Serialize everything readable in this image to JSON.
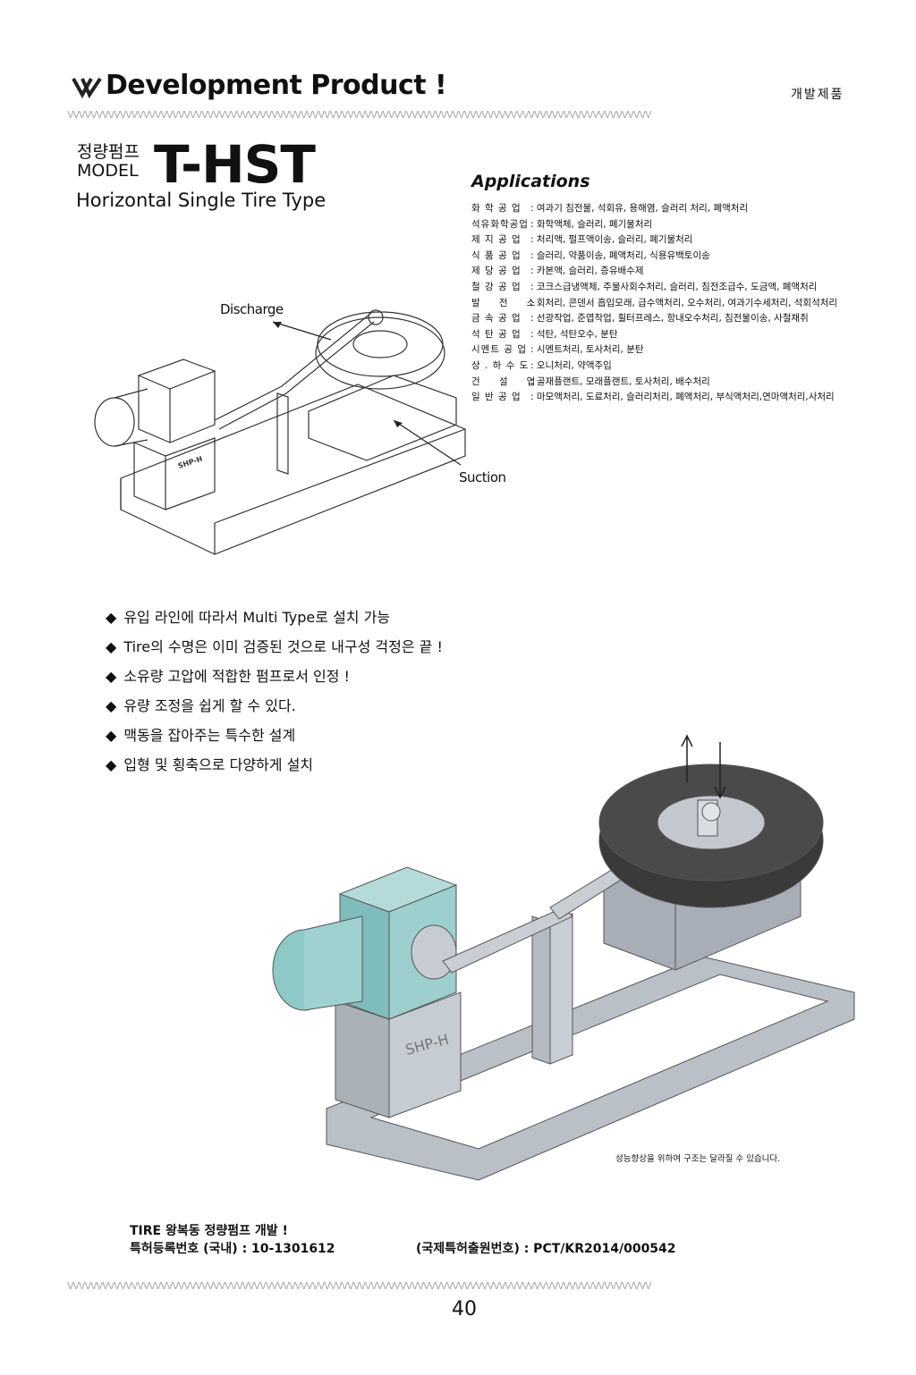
{
  "header": {
    "title": "Development Product !",
    "section_kr": "개발제품"
  },
  "model": {
    "name_kr": "정량펌프",
    "model_label": "MODEL",
    "code": "T-HST",
    "subtitle": "Horizontal Single Tire Type"
  },
  "applications": {
    "heading": "Applications",
    "rows": [
      {
        "label": "화 학 공 업",
        "value": ": 여과기 침전물, 석회유, 용해염, 슬러리 처리, 폐액처리"
      },
      {
        "label": "석유화학공업",
        "value": ": 화학액체, 슬러리, 폐기물처리"
      },
      {
        "label": "제 지 공 업",
        "value": ": 처리액, 펄프액이송, 슬러리, 폐기물처리"
      },
      {
        "label": "식 품 공 업",
        "value": ": 슬러리, 약품이송, 폐액처리, 식용유백토이송"
      },
      {
        "label": "제 당 공 업",
        "value": ": 카본액, 슬러리, 증유배수제"
      },
      {
        "label": "철 강 공 업",
        "value": ": 코크스급냉액체, 주물사회수처리, 슬러리, 침전조급수, 도금액, 폐액처리"
      },
      {
        "label": "발 　 전 　 소",
        "value": ": 회처리, 콘덴서 흡입모래, 급수액처리, 오수처리, 여과기수세처리, 석회석처리"
      },
      {
        "label": "금 속 공 업",
        "value": ": 선광작업, 준엽작업, 휠터프레스, 항내오수처리, 침전물이송, 사철채취"
      },
      {
        "label": "석 탄 공 업",
        "value": ": 석탄, 석탄오수, 분탄"
      },
      {
        "label": "시멘트 공 업",
        "value": ": 시멘트처리, 토사처리, 분탄"
      },
      {
        "label": "상 . 하 수 도",
        "value": ": 오니처리, 약액주입"
      },
      {
        "label": "건 　 설 　 업",
        "value": ": 골재플랜트, 모래플랜트, 토사처리, 배수처리"
      },
      {
        "label": "일 반 공 업",
        "value": ": 마모액처리, 도료처리, 슬러리처리, 폐액처리, 부식액처리,연마액처리,사처리"
      }
    ]
  },
  "diagram": {
    "discharge": "Discharge",
    "suction": "Suction",
    "motor_label": "SHP-H"
  },
  "features": [
    "유입 라인에 따라서 Multi Type로 설치 가능",
    "Tire의 수명은 이미 검증된 것으로 내구성 걱정은 끝 !",
    "소유량 고압에 적합한 펌프로서 인정 !",
    "유량 조정을 쉽게 할 수 있다.",
    "맥동을 잡아주는 특수한 설계",
    "입형 및 횡축으로 다양하게 설치"
  ],
  "feature_bullet": "◆",
  "caption": "성능향상을 위하여 구조는 달라질 수 있습니다.",
  "footer": {
    "line1": "TIRE 왕복동 정량펌프 개발 !",
    "patent_kr": "특허등록번호 (국내) : 10-1301612",
    "patent_intl": "(국제특허출원번호) : PCT/KR2014/000542"
  },
  "page_number": "40",
  "colors": {
    "teal": "#8fc7c6",
    "gray": "#b8bec6",
    "tire": "#3a3a3a"
  }
}
